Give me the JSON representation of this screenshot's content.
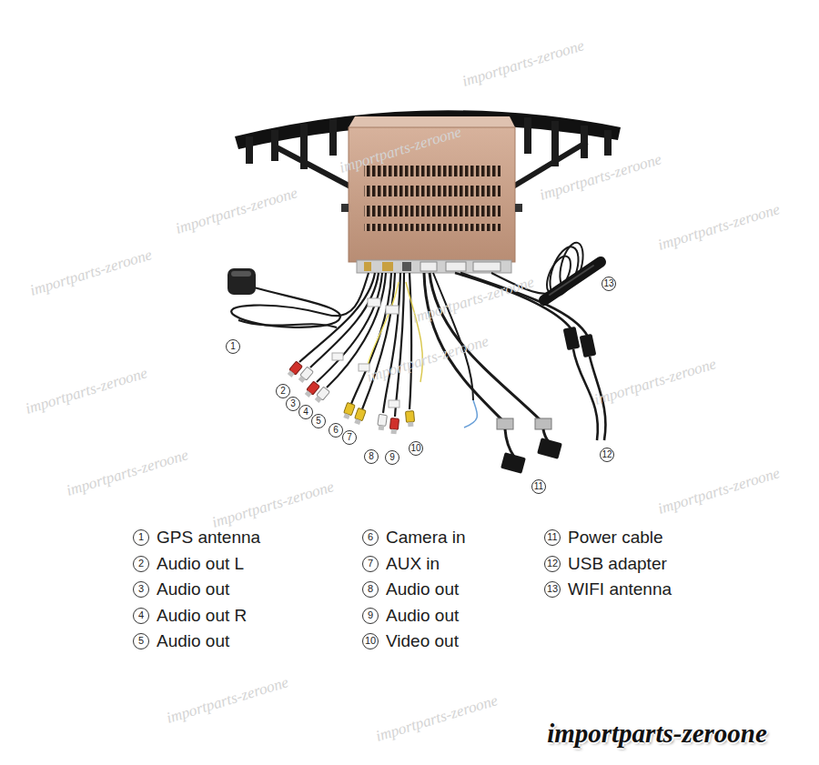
{
  "diagram": {
    "labels": [
      "1",
      "2",
      "3",
      "4",
      "5",
      "6",
      "7",
      "8",
      "9",
      "10",
      "11",
      "12",
      "13",
      "1",
      "2",
      "3",
      "4",
      "5",
      "6",
      "7",
      "8",
      "9",
      "10",
      "11",
      "12",
      "13",
      "GPS antenna",
      "Audio out L",
      "Audio out",
      "Audio out R",
      "Audio out",
      "Camera in",
      "AUX in",
      "Audio out",
      "Audio out",
      "Video out",
      "Power cable",
      "USB adapter",
      "WIFI antenna",
      "importparts-zeroone",
      "importparts-zeroone",
      "importparts-zeroone",
      "importparts-zeroone",
      "importparts-zeroone",
      "importparts-zeroone",
      "importparts-zeroone",
      "importparts-zeroone",
      "importparts-zeroone",
      "importparts-zeroone",
      "importparts-zeroone",
      "importparts-zeroone",
      "importparts-zeroone",
      "importparts-zeroone",
      "importparts-zeroone",
      "importparts-zeroone"
    ]
  }
}
